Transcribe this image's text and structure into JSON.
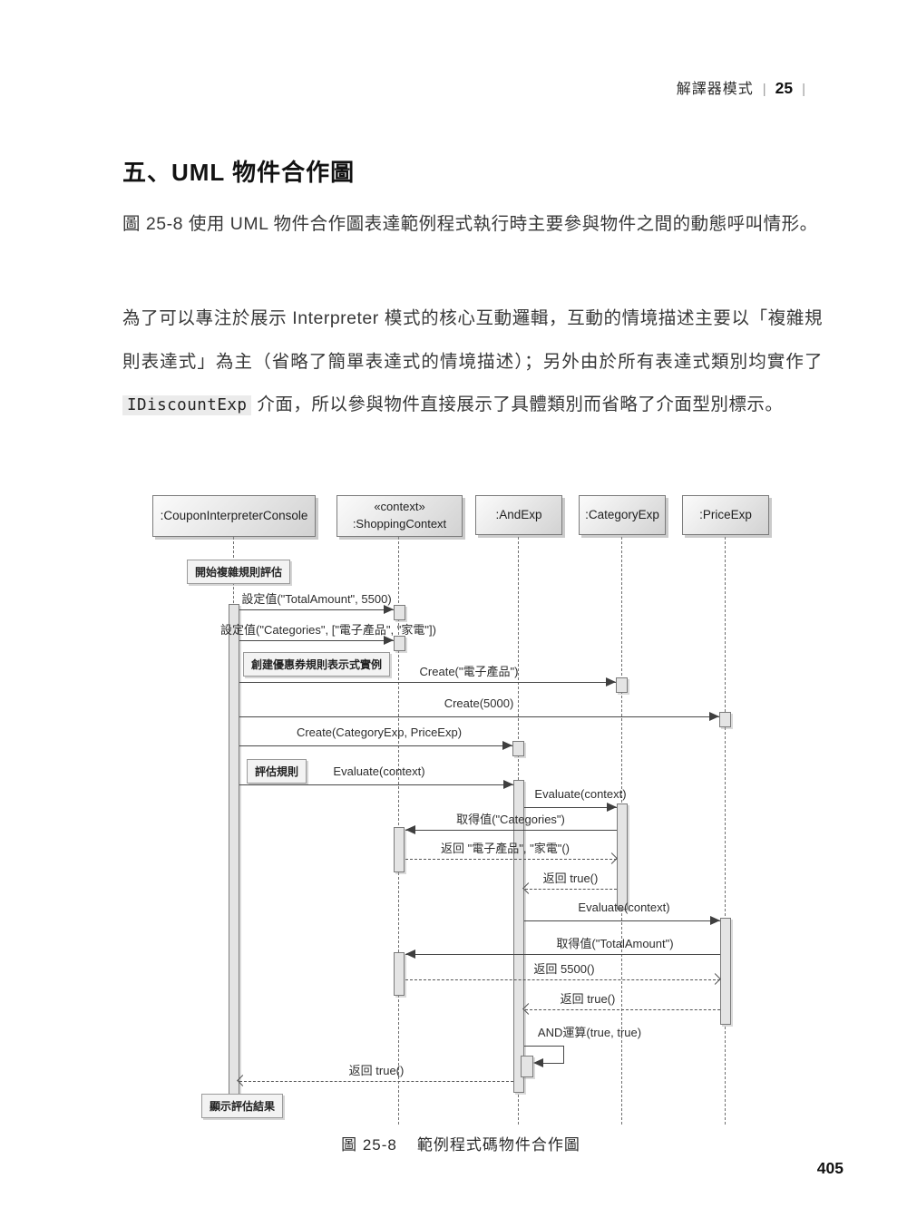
{
  "running_header": {
    "chapter_title": "解譯器模式",
    "separator": "|",
    "chapter_number": "25"
  },
  "heading": "五、UML 物件合作圖",
  "paragraphs": {
    "p1": "圖 25-8 使用 UML 物件合作圖表達範例程式執行時主要參與物件之間的動態呼叫情形。",
    "p2_before_code": "為了可以專注於展示 Interpreter 模式的核心互動邏輯，互動的情境描述主要以「複雜規則表達式」為主（省略了簡單表達式的情境描述）；另外由於所有表達式類別均實作了 ",
    "p2_code": "IDiscountExp",
    "p2_after_code": " 介面，所以參與物件直接展示了具體類別而省略了介面型別標示。"
  },
  "diagram": {
    "lifelines": [
      {
        "label": ":CouponInterpreterConsole"
      },
      {
        "stereotype": "«context»",
        "label": ":ShoppingContext"
      },
      {
        "label": ":AndExp"
      },
      {
        "label": ":CategoryExp"
      },
      {
        "label": ":PriceExp"
      }
    ],
    "notes": {
      "start": "開始複雜規則評估",
      "create": "創建優惠券規則表示式實例",
      "evaluate": "評估規則",
      "show": "顯示評估結果"
    },
    "messages": {
      "set_total_amount": "設定值(\"TotalAmount\", 5500)",
      "set_categories": "設定值(\"Categories\", [\"電子產品\", \"家電\"])",
      "create_category": "Create(\"電子產品\")",
      "create_price": "Create(5000)",
      "create_and": "Create(CategoryExp, PriceExp)",
      "evaluate_and": "Evaluate(context)",
      "evaluate_category": "Evaluate(context)",
      "get_categories": "取得值(\"Categories\")",
      "return_categories": "返回 \"電子產品\", \"家電\"()",
      "return_true_category": "返回 true()",
      "evaluate_price": "Evaluate(context)",
      "get_total_amount": "取得值(\"TotalAmount\")",
      "return_5500": "返回 5500()",
      "return_true_price": "返回 true()",
      "and_operation": "AND運算(true, true)",
      "return_true_console": "返回 true()"
    },
    "caption": {
      "figure": "圖 25-8",
      "title": "範例程式碼物件合作圖"
    },
    "colors": {
      "box_border": "#7b7b7b",
      "arrow": "#474747",
      "note_bg": "#f3f3f3",
      "activation_fill": "#e4e4e4"
    }
  },
  "footer": {
    "page_number": "405"
  }
}
